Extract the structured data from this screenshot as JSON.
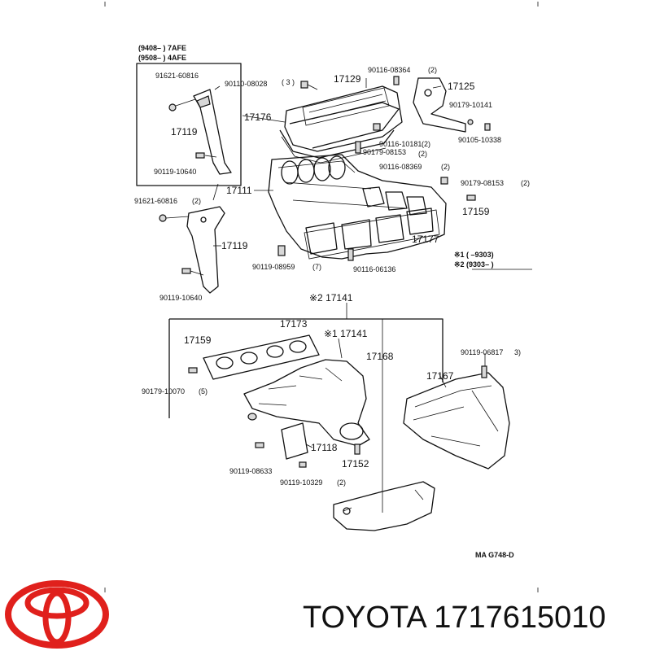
{
  "brand": "TOYOTA",
  "part_number": "1717615010",
  "legend_top": {
    "line1": "(9408–     ) 7AFE",
    "line2": "(9508–     ) 4AFE"
  },
  "footnote": {
    "line1": "※1 (          –9303)",
    "line2": "※2 (9303–          )"
  },
  "figure_code": "MA  G748-D",
  "labels": {
    "p91621_a": "91621-60816",
    "p90110": "90110-08028",
    "q3": "( 3 )",
    "p17129": "17129",
    "p90116_64": "90116-08364",
    "q2_a": "(2)",
    "p17125": "17125",
    "p17176": "17176",
    "p90179_41": "90179-10141",
    "p17119_a": "17119",
    "p90116_81": "90116-10181",
    "p90105": "90105-10338",
    "p90179_53a": "90179-08153",
    "q2_b": "(2)",
    "q2_c": "(2)",
    "p90119_40a": "90119-10640",
    "p90116_69": "90116-08369",
    "q2_d": "(2)",
    "p90179_53b": "90179-08153",
    "q2_e": "(2)",
    "p17111": "17111",
    "p91621_b": "91621-60816",
    "q2_f": "(2)",
    "p17159_a": "17159",
    "p17177": "17177",
    "p17119_b": "17119",
    "p90119_59": "90119-08959",
    "q7": "(7)",
    "p90116_36": "90116-06136",
    "p90119_40b": "90119-10640",
    "p17141_a": "※2  17141",
    "p17173": "17173",
    "p17141_b": "※1  17141",
    "p17159_b": "17159",
    "p17168": "17168",
    "p90119_17": "90119-06817",
    "q3b": "3)",
    "p17167": "17167",
    "p90179_70": "90179-10070",
    "q5": "(5)",
    "p17118": "17118",
    "p90119_33": "90119-08633",
    "p17152": "17152",
    "p90119_29": "90119-10329",
    "q2_g": "(2)"
  }
}
